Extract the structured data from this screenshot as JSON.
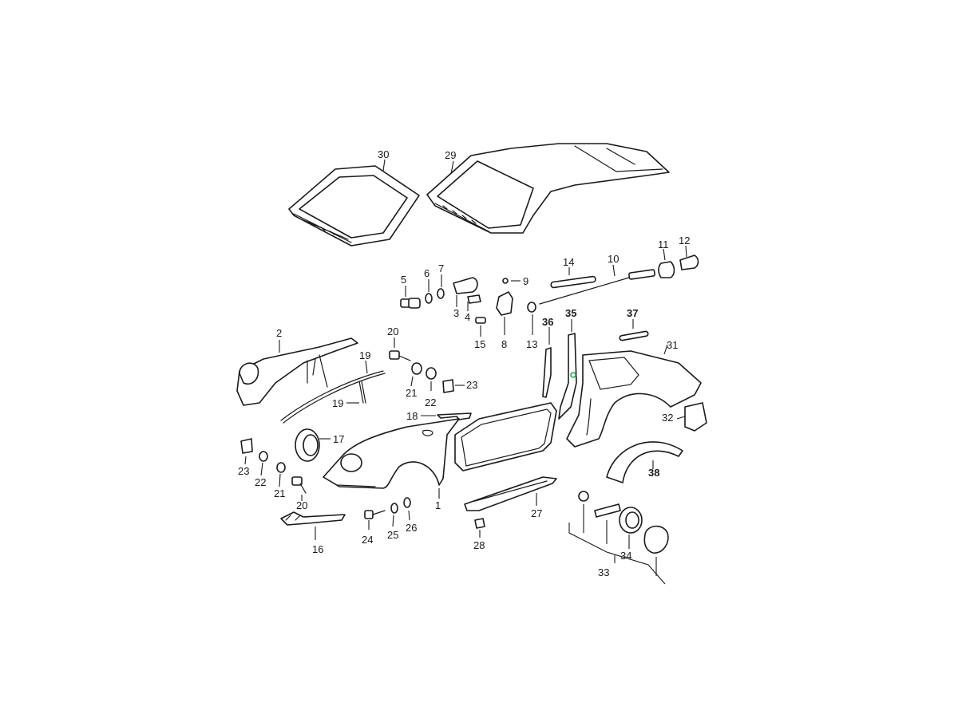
{
  "diagram": {
    "part_numbers": {
      "p1": "1",
      "p2": "2",
      "p3": "3",
      "p4": "4",
      "p5": "5",
      "p6": "6",
      "p7": "7",
      "p8": "8",
      "p9": "9",
      "p10": "10",
      "p11": "11",
      "p12": "12",
      "p13": "13",
      "p14": "14",
      "p15": "15",
      "p16": "16",
      "p17": "17",
      "p18": "18",
      "p19a": "19",
      "p19b": "19",
      "p20a": "20",
      "p20b": "20",
      "p21a": "21",
      "p21b": "21",
      "p22a": "22",
      "p22b": "22",
      "p23a": "23",
      "p23b": "23",
      "p24": "24",
      "p25": "25",
      "p26": "26",
      "p27": "27",
      "p28": "28",
      "p29": "29",
      "p30": "30",
      "p31": "31",
      "p32": "32",
      "p33": "33",
      "p34": "34",
      "p35": "35",
      "p36": "36",
      "p37": "37",
      "p38": "38"
    },
    "bold_parts": [
      "37",
      "38"
    ],
    "highlight_color": "#22b14c",
    "line_color": "#1a1a1a"
  }
}
